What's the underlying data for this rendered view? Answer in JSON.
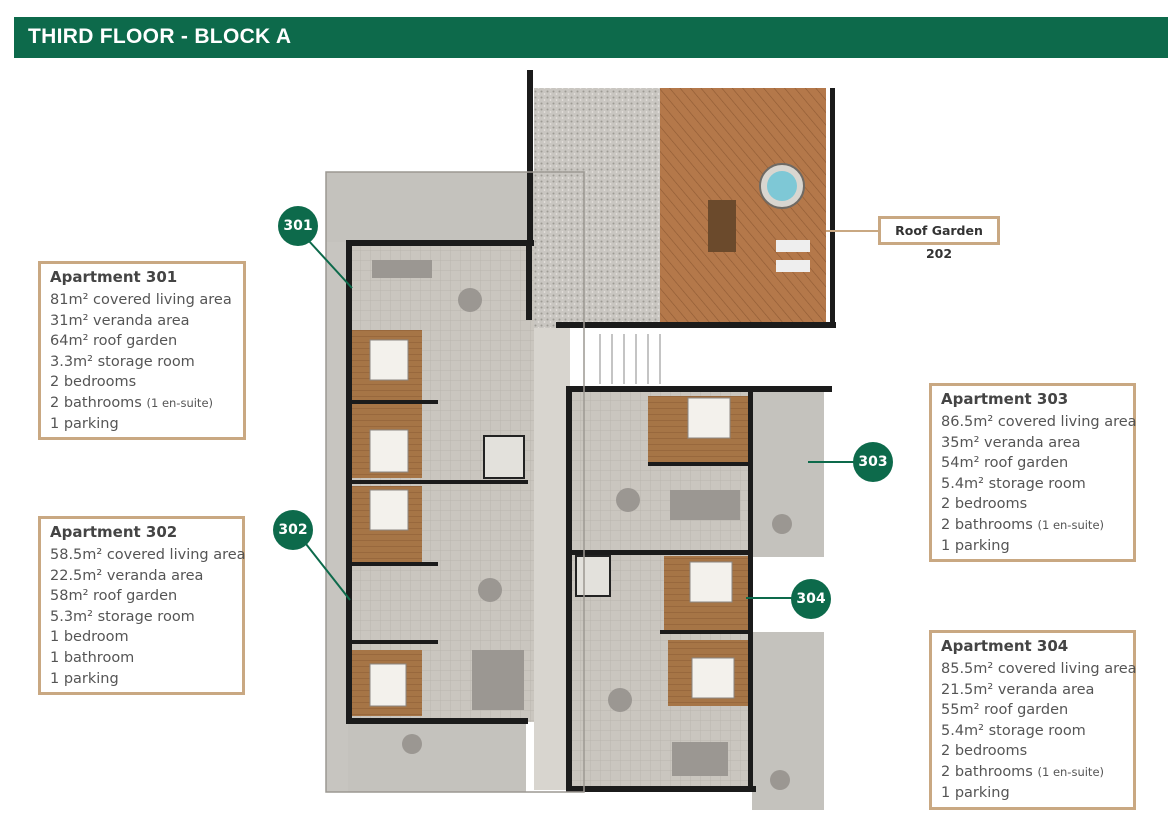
{
  "header": {
    "title": "THIRD FLOOR - BLOCK A"
  },
  "badges": {
    "a301": "301",
    "a302": "302",
    "a303": "303",
    "a304": "304"
  },
  "roof_garden_label": "Roof Garden 202",
  "apartments": [
    {
      "title": "Apartment 301",
      "lines": [
        "81m² covered living area",
        "31m² veranda area",
        "64m² roof garden",
        "3.3m² storage room",
        "2 bedrooms",
        "2 bathrooms",
        "1 parking"
      ],
      "note": "(1 en-suite)"
    },
    {
      "title": "Apartment 302",
      "lines": [
        "58.5m² covered living area",
        "22.5m² veranda area",
        "58m² roof garden",
        "5.3m² storage room",
        "1 bedroom",
        "1 bathroom",
        "1 parking"
      ]
    },
    {
      "title": "Apartment 303",
      "lines": [
        "86.5m² covered living area",
        "35m² veranda area",
        "54m² roof garden",
        "5.4m² storage room",
        "2 bedrooms",
        "2 bathrooms",
        "1 parking"
      ],
      "note": "(1 en-suite)"
    },
    {
      "title": "Apartment 304",
      "lines": [
        "85.5m² covered living area",
        "21.5m² veranda area",
        "55m² roof garden",
        "5.4m² storage room",
        "2 bedrooms",
        "2 bathrooms",
        "1 parking"
      ],
      "note": "(1 en-suite)"
    }
  ],
  "colors": {
    "brand_green": "#0d6a4b",
    "box_border": "#c9a882",
    "wood": "#b07a4a",
    "floor": "#cfcac2",
    "wall": "#1b1b1b"
  }
}
